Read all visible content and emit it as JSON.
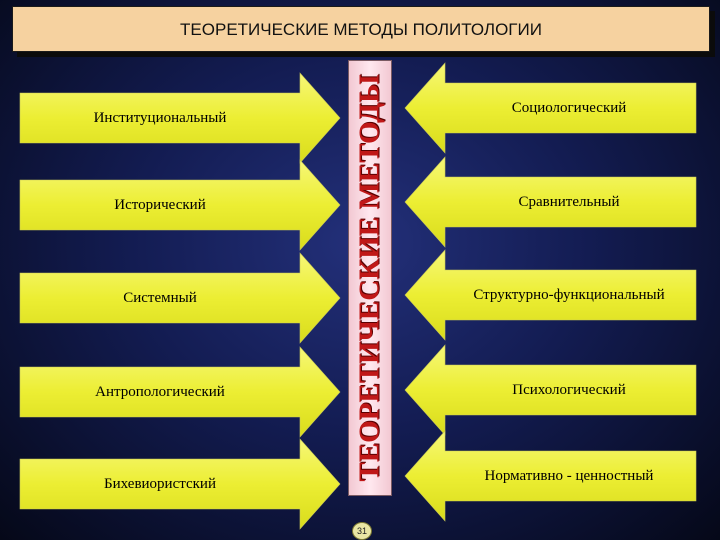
{
  "title": "ТЕОРЕТИЧЕСКИЕ МЕТОДЫ ПОЛИТОЛОГИИ",
  "center_label": "ТЕОРЕТИЧЕСКИЕ МЕТОДЫ",
  "left_methods": [
    "Институциональный",
    "Исторический",
    "Системный",
    "Антропологический",
    "Бихевиористский"
  ],
  "right_methods": [
    "Социологический",
    "Сравнительный",
    "Структурно-функциональный",
    "Психологический",
    "Нормативно - ценностный"
  ],
  "page_number": "31",
  "colors": {
    "arrow_fill": "#eef040",
    "center_bar": "#ffe0e8",
    "center_text": "#c01818",
    "title_bar": "#f6d2a0"
  }
}
